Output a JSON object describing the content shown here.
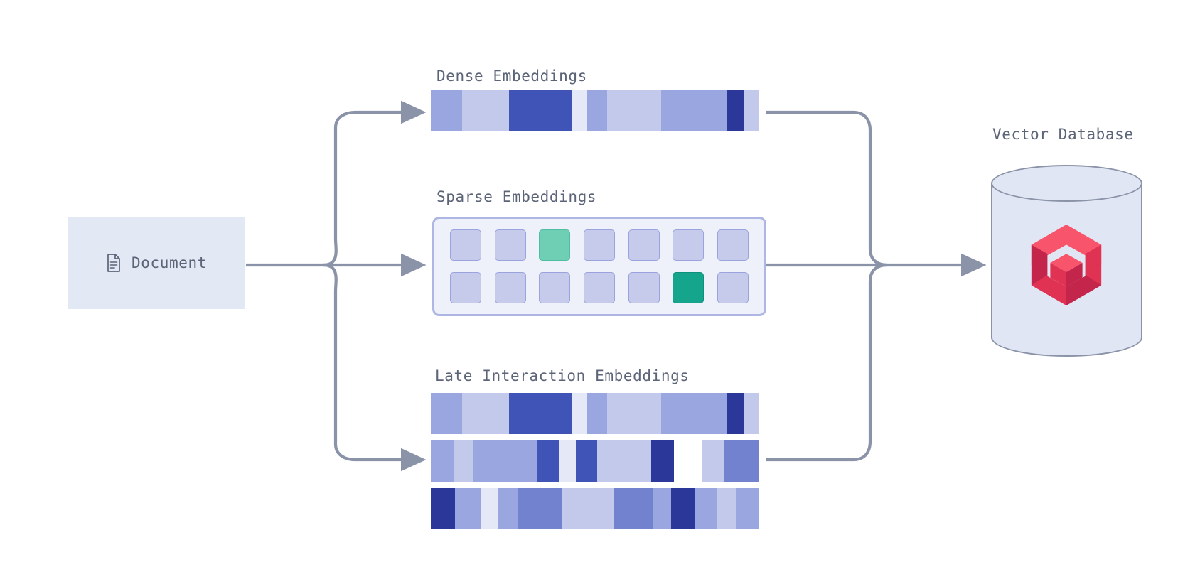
{
  "diagram": {
    "title_document": "Document",
    "labels": {
      "dense": "Dense Embeddings",
      "sparse": "Sparse Embeddings",
      "late": "Late Interaction Embeddings",
      "vector_db": "Vector Database"
    },
    "icons": {
      "document": "document-icon",
      "database": "cylinder-database-icon",
      "brand_logo": "qdrant-logo-icon",
      "arrow": "arrow-right-icon"
    }
  },
  "colors": {
    "background": "#ffffff",
    "node_fill": "#e2e8f4",
    "text": "#5c6478",
    "connector": "#8b93a8",
    "sparse_panel_fill": "#eef1fa",
    "sparse_panel_border": "#aeb6e4",
    "sparse_cell": "#c6cbeb",
    "sparse_cell_border": "#9aa3dd",
    "sparse_highlight_light": "#6ecfb4",
    "sparse_highlight_dark": "#14a58c",
    "db_fill": "#e1e6f4",
    "db_stroke": "#8b93a8",
    "brand_red_light": "#f8556d",
    "brand_red": "#e03253",
    "brand_red_dark": "#c4254a",
    "embed_navy": "#2b3899",
    "embed_blue": "#4054b8",
    "embed_mid": "#7382cf",
    "embed_soft": "#9aa6e0",
    "embed_pale": "#c3c9ea",
    "embed_faint": "#e4e8f7"
  },
  "chart_data": {
    "type": "heatmap",
    "title": "Multi-vector document embedding representations",
    "bars": {
      "dense": {
        "label": "Dense Embeddings",
        "rows": 1,
        "segments": [
          {
            "w": 44,
            "c": "#9aa6e0"
          },
          {
            "w": 66,
            "c": "#c3c9ea"
          },
          {
            "w": 88,
            "c": "#4054b8"
          },
          {
            "w": 22,
            "c": "#e4e8f7"
          },
          {
            "w": 28,
            "c": "#9aa6e0"
          },
          {
            "w": 76,
            "c": "#c3c9ea"
          },
          {
            "w": 92,
            "c": "#9aa6e0"
          },
          {
            "w": 24,
            "c": "#2b3899"
          },
          {
            "w": 22,
            "c": "#c3c9ea"
          }
        ]
      },
      "sparse": {
        "label": "Sparse Embeddings",
        "cols": 7,
        "rows": 2,
        "cells": [
          [
            "off",
            "off",
            "on-light",
            "off",
            "off",
            "off",
            "off"
          ],
          [
            "off",
            "off",
            "off",
            "off",
            "off",
            "on-dark",
            "off"
          ]
        ]
      },
      "late_interaction": {
        "label": "Late Interaction Embeddings",
        "rows": 3,
        "row_segments": [
          [
            {
              "w": 44,
              "c": "#9aa6e0"
            },
            {
              "w": 66,
              "c": "#c3c9ea"
            },
            {
              "w": 88,
              "c": "#4054b8"
            },
            {
              "w": 22,
              "c": "#e4e8f7"
            },
            {
              "w": 28,
              "c": "#9aa6e0"
            },
            {
              "w": 76,
              "c": "#c3c9ea"
            },
            {
              "w": 92,
              "c": "#9aa6e0"
            },
            {
              "w": 24,
              "c": "#2b3899"
            },
            {
              "w": 22,
              "c": "#c3c9ea"
            }
          ],
          [
            {
              "w": 32,
              "c": "#9aa6e0"
            },
            {
              "w": 28,
              "c": "#c3c9ea"
            },
            {
              "w": 90,
              "c": "#9aa6e0"
            },
            {
              "w": 30,
              "c": "#4054b8"
            },
            {
              "w": 24,
              "c": "#e4e8f7"
            },
            {
              "w": 30,
              "c": "#4054b8"
            },
            {
              "w": 76,
              "c": "#c3c9ea"
            },
            {
              "w": 32,
              "c": "#2b3899"
            },
            {
              "w": 40,
              "c": "#ffffff"
            },
            {
              "w": 30,
              "c": "#c3c9ea"
            },
            {
              "w": 50,
              "c": "#7382cf"
            }
          ],
          [
            {
              "w": 34,
              "c": "#2b3899"
            },
            {
              "w": 36,
              "c": "#9aa6e0"
            },
            {
              "w": 24,
              "c": "#e4e8f7"
            },
            {
              "w": 28,
              "c": "#9aa6e0"
            },
            {
              "w": 62,
              "c": "#7382cf"
            },
            {
              "w": 74,
              "c": "#c3c9ea"
            },
            {
              "w": 54,
              "c": "#7382cf"
            },
            {
              "w": 26,
              "c": "#9aa6e0"
            },
            {
              "w": 34,
              "c": "#2b3899"
            },
            {
              "w": 30,
              "c": "#9aa6e0"
            },
            {
              "w": 28,
              "c": "#c3c9ea"
            },
            {
              "w": 32,
              "c": "#9aa6e0"
            }
          ]
        ]
      }
    },
    "flow": {
      "source": "Document",
      "branches": [
        "Dense Embeddings",
        "Sparse Embeddings",
        "Late Interaction Embeddings"
      ],
      "sink": "Vector Database"
    }
  }
}
